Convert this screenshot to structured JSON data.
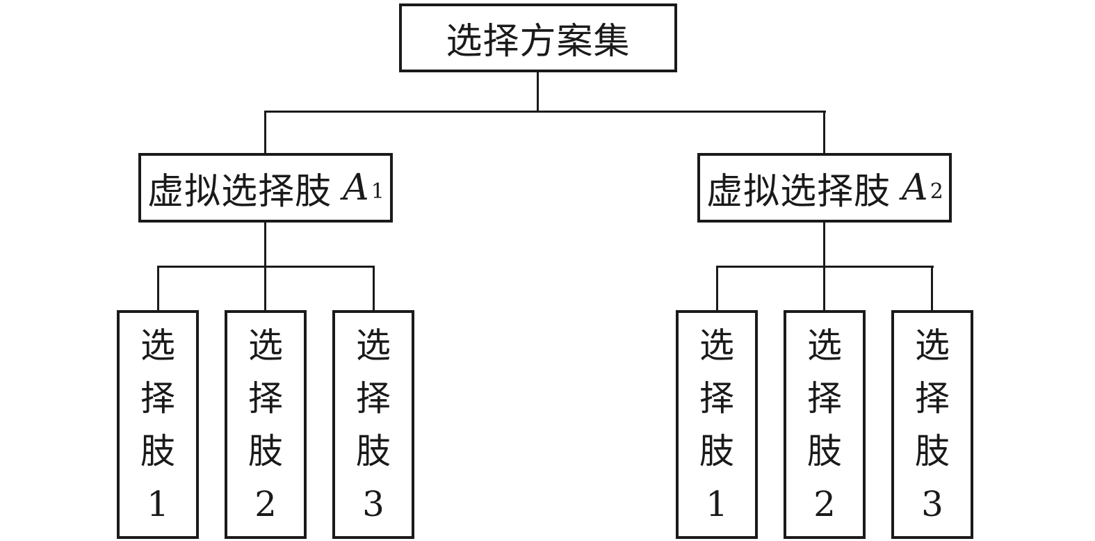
{
  "colors": {
    "line": "#1a1a1a",
    "background": "#ffffff"
  },
  "tree": {
    "root_label": "选择方案集",
    "leaf_char_lines": [
      "选",
      "择",
      "肢"
    ],
    "subtrees": [
      {
        "label_prefix": "虚拟选择肢",
        "label_var": "A",
        "label_sub": "1",
        "leaf_numbers": [
          "1",
          "2",
          "3"
        ]
      },
      {
        "label_prefix": "虚拟选择肢",
        "label_var": "A",
        "label_sub": "2",
        "leaf_numbers": [
          "1",
          "2",
          "3"
        ]
      }
    ]
  }
}
